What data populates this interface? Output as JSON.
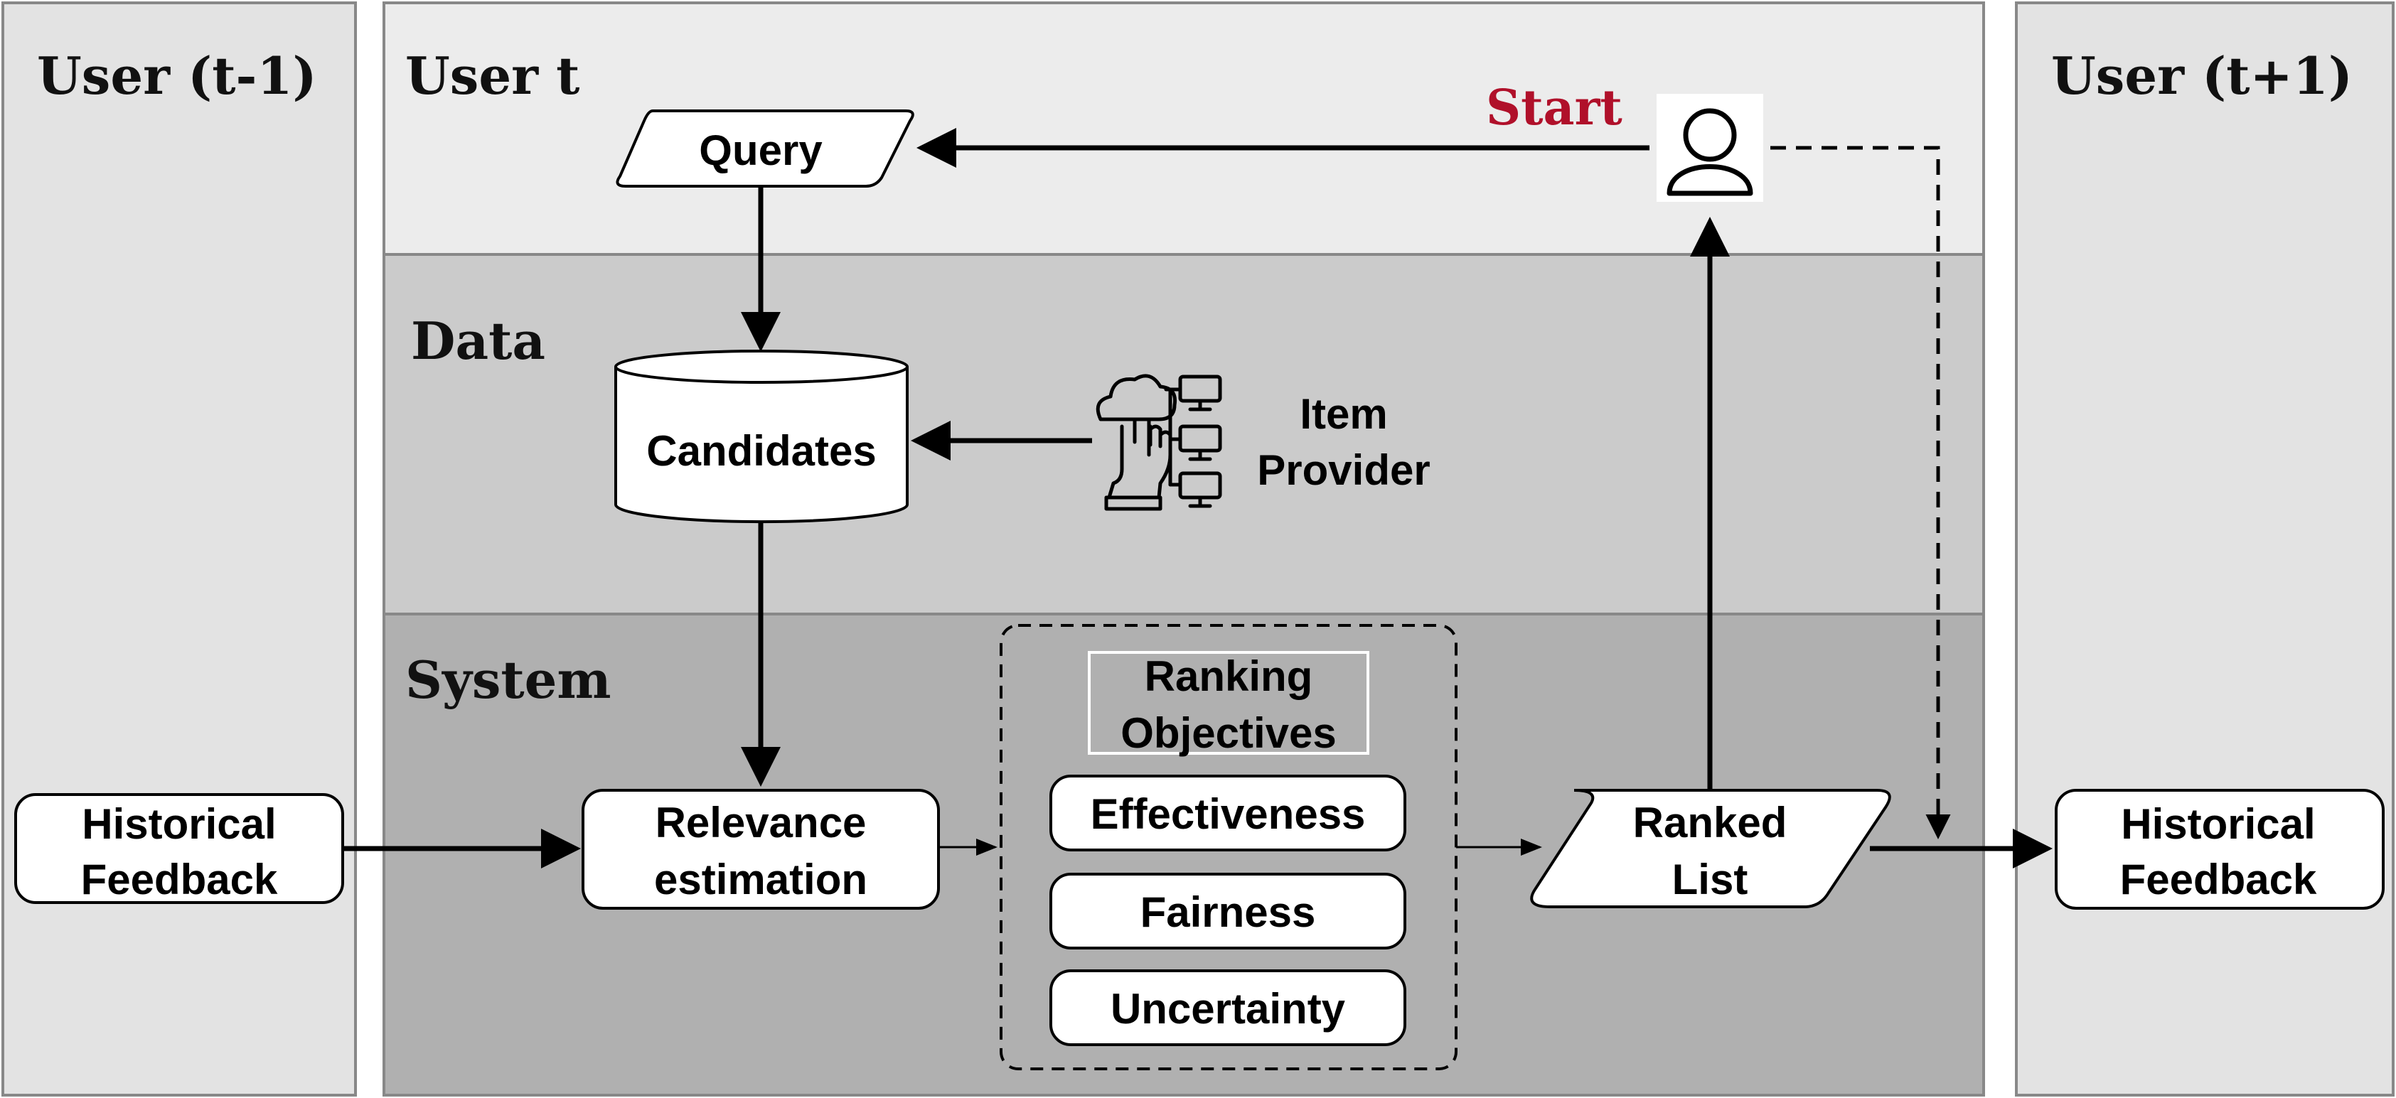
{
  "lanes": {
    "user_prev": "User (t-1)",
    "user_t": "User t",
    "data": "Data",
    "system": "System",
    "user_next": "User (t+1)"
  },
  "start_label": "Start",
  "nodes": {
    "query": "Query",
    "candidates": "Candidates",
    "item_provider": [
      "Item",
      "Provider"
    ],
    "historical_feedback_prev": [
      "Historical",
      "Feedback"
    ],
    "relevance_estimation": [
      "Relevance",
      "estimation"
    ],
    "ranking_objectives_title": [
      "Ranking",
      "Objectives"
    ],
    "objectives": [
      "Effectiveness",
      "Fairness",
      "Uncertainty"
    ],
    "ranked_list": [
      "Ranked",
      "List"
    ],
    "historical_feedback_next": [
      "Historical",
      "Feedback"
    ]
  },
  "icons": {
    "user": "user-icon",
    "item_provider": "item-provider-icon"
  },
  "colors": {
    "lane_side": "#e3e3e3",
    "lane_user": "#ececec",
    "lane_data": "#cbcbcb",
    "lane_system": "#b0b0b0",
    "start": "#b0102a"
  }
}
